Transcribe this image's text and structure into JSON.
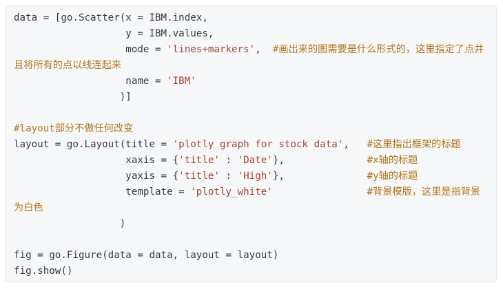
{
  "code_lines": [
    [
      {
        "t": "plain",
        "v": "data = [go.Scatter(x = IBM.index,"
      }
    ],
    [
      {
        "t": "plain",
        "v": "                   y = IBM.values,"
      }
    ],
    [
      {
        "t": "plain",
        "v": "                   mode = "
      },
      {
        "t": "str",
        "v": "'lines+markers'"
      },
      {
        "t": "plain",
        "v": ",  "
      },
      {
        "t": "comment",
        "v": "#画出来的图需要是什么形式的，这里指定了点并"
      }
    ],
    [
      {
        "t": "comment",
        "v": "且将所有的点以线连起来"
      }
    ],
    [
      {
        "t": "plain",
        "v": "                   name = "
      },
      {
        "t": "str",
        "v": "'IBM'"
      }
    ],
    [
      {
        "t": "plain",
        "v": "                  )]"
      }
    ],
    [
      {
        "t": "plain",
        "v": ""
      }
    ],
    [
      {
        "t": "comment",
        "v": "#layout部分不做任何改变"
      }
    ],
    [
      {
        "t": "plain",
        "v": "layout = go.Layout(title = "
      },
      {
        "t": "str",
        "v": "'plotly graph for stock data'"
      },
      {
        "t": "plain",
        "v": ",   "
      },
      {
        "t": "comment",
        "v": "#这里指出框架的标题"
      }
    ],
    [
      {
        "t": "plain",
        "v": "                   xaxis = {"
      },
      {
        "t": "str",
        "v": "'title'"
      },
      {
        "t": "plain",
        "v": " : "
      },
      {
        "t": "str",
        "v": "'Date'"
      },
      {
        "t": "plain",
        "v": "},              "
      },
      {
        "t": "comment",
        "v": "#x轴的标题"
      }
    ],
    [
      {
        "t": "plain",
        "v": "                   yaxis = {"
      },
      {
        "t": "str",
        "v": "'title'"
      },
      {
        "t": "plain",
        "v": " : "
      },
      {
        "t": "str",
        "v": "'High'"
      },
      {
        "t": "plain",
        "v": "},              "
      },
      {
        "t": "comment",
        "v": "#y轴的标题"
      }
    ],
    [
      {
        "t": "plain",
        "v": "                   template = "
      },
      {
        "t": "str",
        "v": "'plotly_white'"
      },
      {
        "t": "plain",
        "v": "                "
      },
      {
        "t": "comment",
        "v": "#背景模版，这里是指背景"
      }
    ],
    [
      {
        "t": "comment",
        "v": "为白色"
      }
    ],
    [
      {
        "t": "plain",
        "v": "                  )"
      }
    ],
    [
      {
        "t": "plain",
        "v": ""
      }
    ],
    [
      {
        "t": "plain",
        "v": "fig = go.Figure(data = data, layout = layout)"
      }
    ],
    [
      {
        "t": "plain",
        "v": "fig.show()"
      }
    ]
  ],
  "colors": {
    "background": "#f6f7f8",
    "border": "#e6e8ea",
    "plain": "#383a42",
    "string": "#a3423a",
    "comment": "#b0761b"
  }
}
